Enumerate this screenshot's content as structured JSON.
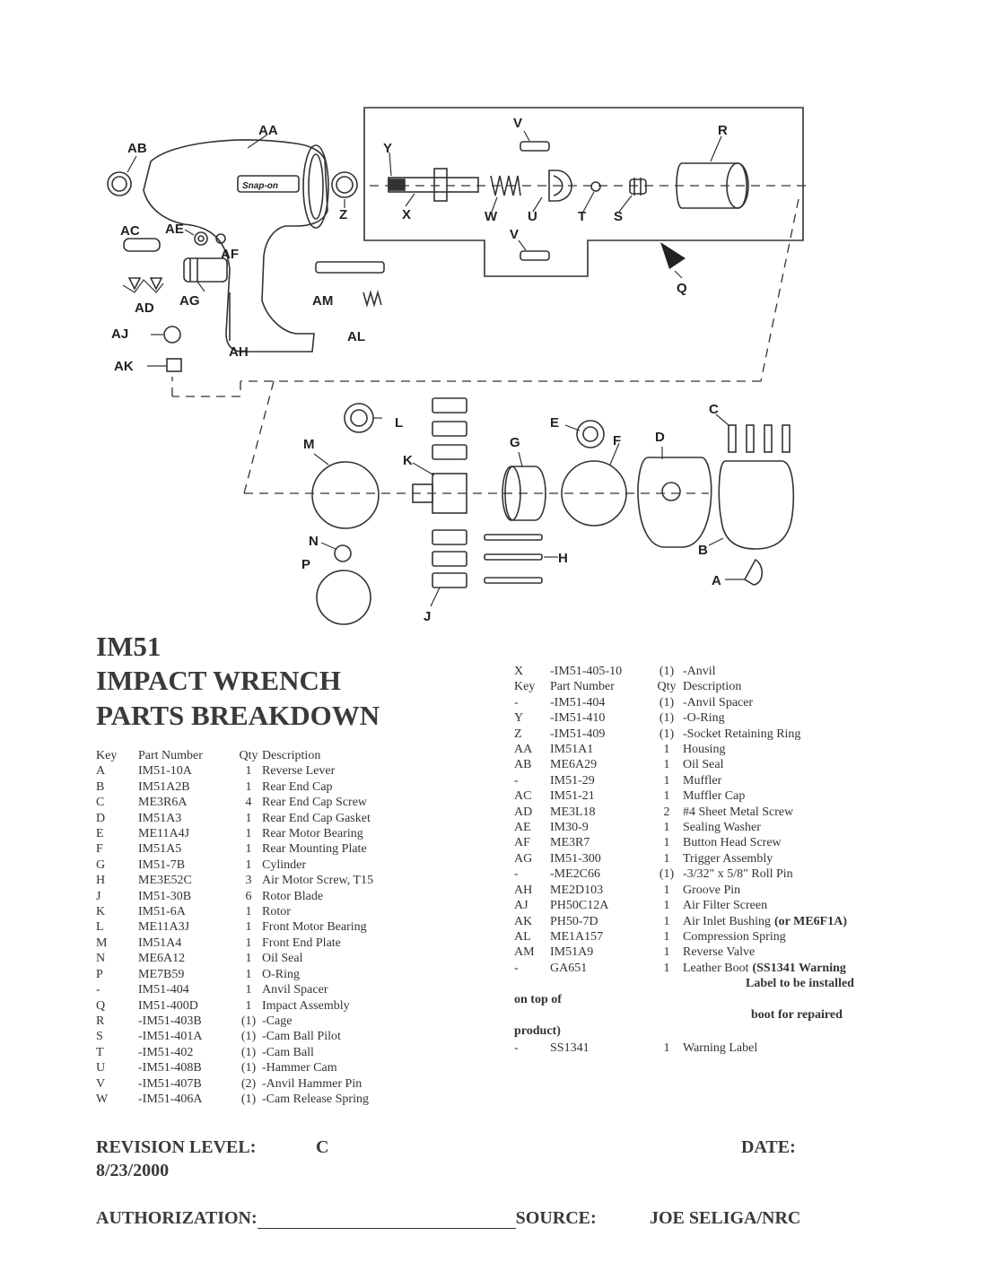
{
  "header": {
    "model": "IM51",
    "title_line1": "IMPACT WRENCH",
    "title_line2": "PARTS BREAKDOWN"
  },
  "diagram": {
    "brand_text": "Snap-on",
    "labels": [
      "AA",
      "AB",
      "Z",
      "Y",
      "V",
      "V",
      "W",
      "X",
      "U",
      "T",
      "S",
      "R",
      "Q",
      "AC",
      "AE",
      "AF",
      "AG",
      "AD",
      "AM",
      "AL",
      "AJ",
      "AH",
      "AK",
      "L",
      "M",
      "K",
      "G",
      "E",
      "F",
      "D",
      "C",
      "N",
      "P",
      "H",
      "J",
      "B",
      "A"
    ]
  },
  "left_table": {
    "columns": [
      "Key",
      "Part Number",
      "Qty",
      "Description"
    ],
    "rows": [
      [
        "A",
        "IM51-10A",
        "1",
        "Reverse Lever"
      ],
      [
        "B",
        "IM51A2B",
        "1",
        "Rear End Cap"
      ],
      [
        "C",
        "ME3R6A",
        "4",
        "Rear End Cap Screw"
      ],
      [
        "D",
        "IM51A3",
        "1",
        "Rear End Cap Gasket"
      ],
      [
        "E",
        "ME11A4J",
        "1",
        "Rear Motor Bearing"
      ],
      [
        "F",
        "IM51A5",
        "1",
        "Rear Mounting Plate"
      ],
      [
        "G",
        "IM51-7B",
        "1",
        "Cylinder"
      ],
      [
        "H",
        "ME3E52C",
        "3",
        "Air Motor Screw, T15"
      ],
      [
        "J",
        "IM51-30B",
        "6",
        "Rotor Blade"
      ],
      [
        "K",
        "IM51-6A",
        "1",
        "Rotor"
      ],
      [
        "L",
        "ME11A3J",
        "1",
        "Front Motor Bearing"
      ],
      [
        "M",
        "IM51A4",
        "1",
        "Front End Plate"
      ],
      [
        "N",
        "ME6A12",
        "1",
        "Oil Seal"
      ],
      [
        "P",
        "ME7B59",
        "1",
        "O-Ring"
      ],
      [
        "-",
        "IM51-404",
        "1",
        "Anvil Spacer"
      ],
      [
        "Q",
        "IM51-400D",
        "1",
        "Impact Assembly"
      ],
      [
        "R",
        "-IM51-403B",
        "(1)",
        "-Cage"
      ],
      [
        "S",
        "-IM51-401A",
        "(1)",
        "-Cam Ball Pilot"
      ],
      [
        "T",
        "-IM51-402",
        "(1)",
        "-Cam Ball"
      ],
      [
        "U",
        "-IM51-408B",
        "(1)",
        "-Hammer Cam"
      ],
      [
        "V",
        "-IM51-407B",
        "(2)",
        "-Anvil Hammer Pin"
      ],
      [
        "W",
        "-IM51-406A",
        "(1)",
        "-Cam Release Spring"
      ]
    ]
  },
  "right_table": {
    "first_row": [
      "X",
      "-IM51-405-10",
      "(1)",
      "-Anvil"
    ],
    "columns": [
      "Key",
      "Part Number",
      "Qty",
      "Description"
    ],
    "rows": [
      [
        "-",
        "-IM51-404",
        "(1)",
        "-Anvil Spacer"
      ],
      [
        "Y",
        "-IM51-410",
        "(1)",
        "-O-Ring"
      ],
      [
        "Z",
        "-IM51-409",
        "(1)",
        "-Socket Retaining Ring"
      ],
      [
        "AA",
        "IM51A1",
        "1",
        "Housing"
      ],
      [
        "AB",
        "ME6A29",
        "1",
        "Oil Seal"
      ],
      [
        "-",
        "IM51-29",
        "1",
        "Muffler"
      ],
      [
        "AC",
        "IM51-21",
        "1",
        "Muffler Cap"
      ],
      [
        "AD",
        "ME3L18",
        "2",
        "#4 Sheet Metal Screw"
      ],
      [
        "AE",
        "IM30-9",
        "1",
        "Sealing Washer"
      ],
      [
        "AF",
        "ME3R7",
        "1",
        "Button Head Screw"
      ],
      [
        "AG",
        "IM51-300",
        "1",
        "Trigger Assembly"
      ],
      [
        "-",
        "-ME2C66",
        "(1)",
        "-3/32\" x 5/8\" Roll Pin"
      ],
      [
        "AH",
        "ME2D103",
        "1",
        "Groove Pin"
      ],
      [
        "AJ",
        "PH50C12A",
        "1",
        "Air Filter Screen"
      ],
      [
        "AK",
        "PH50-7D",
        "1",
        "Air Inlet Bushing"
      ],
      [
        "AL",
        "ME1A157",
        "1",
        "Compression Spring"
      ],
      [
        "AM",
        "IM51A9",
        "1",
        "Reverse Valve"
      ],
      [
        "-",
        "GA651",
        "1",
        "Leather Boot"
      ]
    ],
    "ak_note": "(or ME6F1A)",
    "boot_note_1": "(SS1341 Warning",
    "boot_note_2": "Label to be installed",
    "boot_note_3": "on top of",
    "boot_note_4": "boot for repaired",
    "boot_note_5": "product)",
    "last_row": [
      "-",
      "SS1341",
      "1",
      "Warning Label"
    ]
  },
  "footer": {
    "revision_label": "REVISION LEVEL:",
    "revision_value": "C",
    "date_label": "DATE:",
    "date_value": "8/23/2000",
    "authorization_label": "AUTHORIZATION:",
    "source_label": "SOURCE:",
    "source_value": "JOE SELIGA/NRC"
  }
}
